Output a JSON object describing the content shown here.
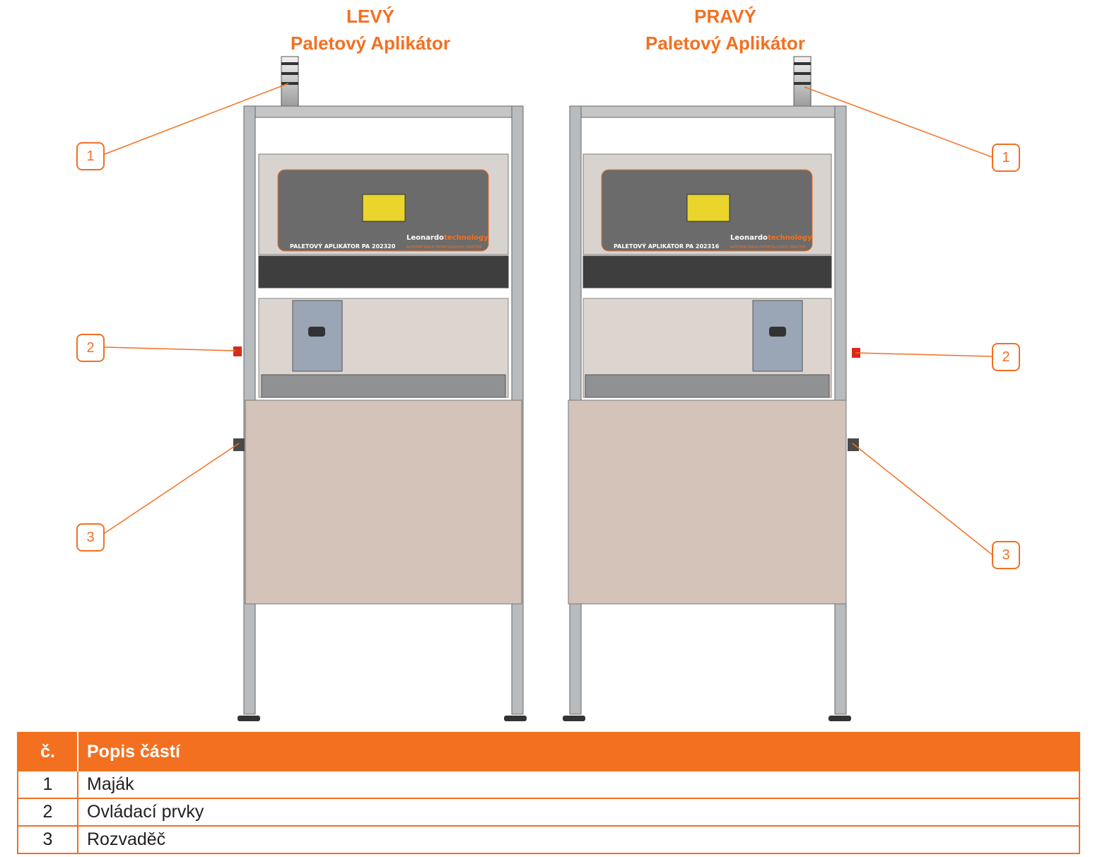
{
  "titles": {
    "left": {
      "line1": "LEVÝ",
      "line2": "Paletový Aplikátor"
    },
    "right": {
      "line1": "PRAVÝ",
      "line2": "Paletový Aplikátor"
    }
  },
  "machines": {
    "left": {
      "plate_label": "PALETOVÝ APLIKÁTOR PA 202320"
    },
    "right": {
      "plate_label": "PALETOVÝ APLIKÁTOR PA 202316"
    }
  },
  "brand": {
    "name_a": "Leonardo",
    "name_b": "technology",
    "tagline": "AUTOMATIZACE PRŮMYSLOVÉHO ZNAČENÍ"
  },
  "callouts": {
    "c1": "1",
    "c2": "2",
    "c3": "3"
  },
  "table": {
    "header_num": "č.",
    "header_desc": "Popis částí",
    "rows": [
      {
        "num": "1",
        "desc": "Maják"
      },
      {
        "num": "2",
        "desc": "Ovládací prvky"
      },
      {
        "num": "3",
        "desc": "Rozvaděč"
      }
    ]
  },
  "colors": {
    "accent": "#f37021",
    "frame": "#b9bcbe",
    "panel": "#d3c3b8",
    "screen": "#6b6b6b"
  }
}
